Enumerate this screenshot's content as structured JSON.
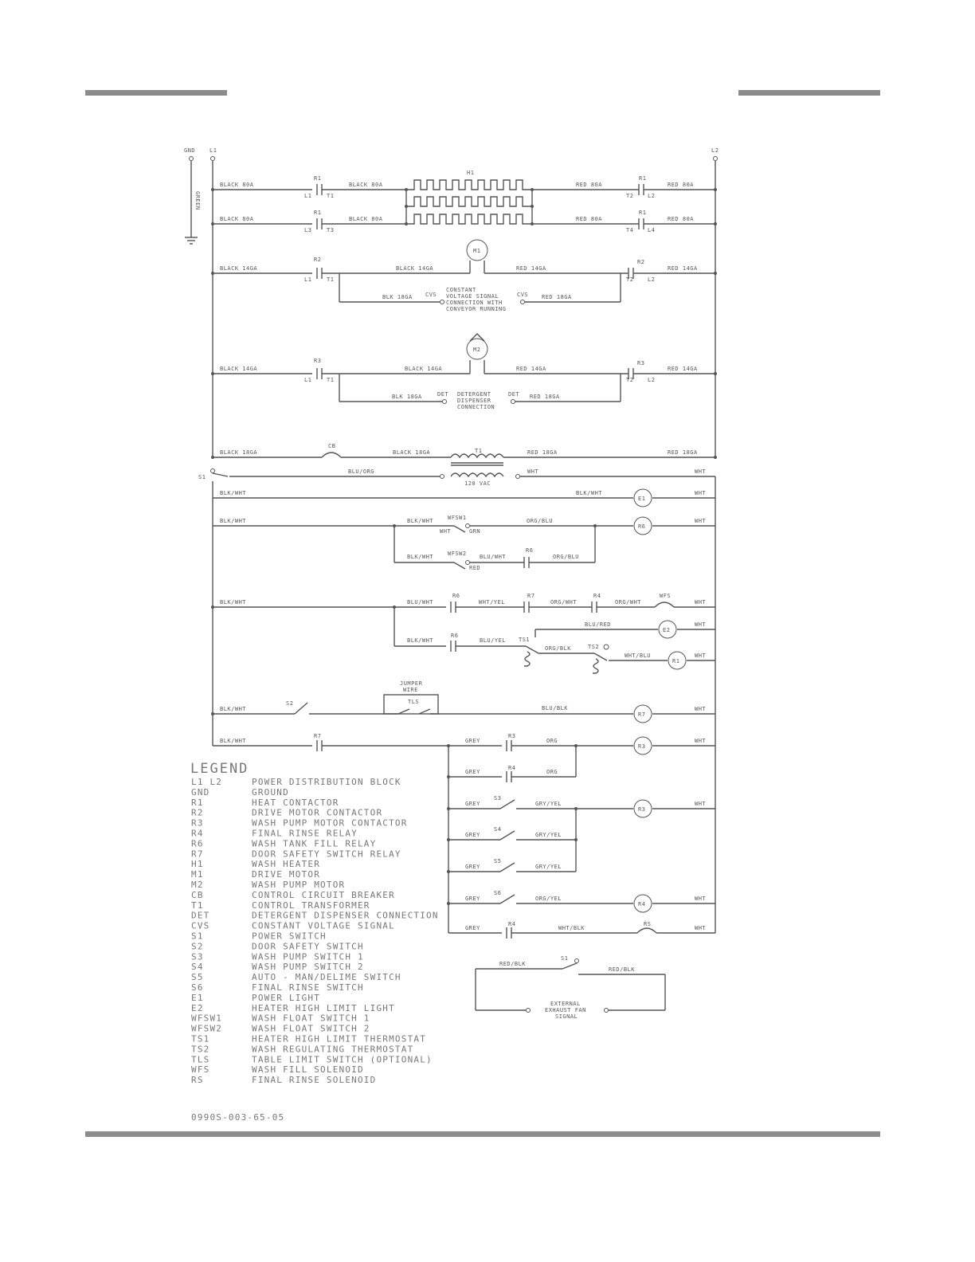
{
  "rails": {
    "left": "L1",
    "right": "L2",
    "ground": "GND",
    "ground_wire": "GREEN"
  },
  "heaters": {
    "label": "H1",
    "rows": [
      {
        "left_wire": "BLACK 80A",
        "contact": "R1",
        "mid_wire": "BLACK 80A",
        "right_wire": "RED 80A",
        "right_contact": "R1",
        "right_out": "RED 80A"
      },
      {
        "left_wire": "BLACK 80A",
        "contact": "R1",
        "mid_wire": "BLACK 80A",
        "right_wire": "RED 80A",
        "right_contact": "R1",
        "right_out": "RED 80A"
      }
    ],
    "terminals": {
      "l1": "L1",
      "t1": "T1",
      "l3": "L3",
      "t3": "T3",
      "l2": "L2",
      "t2": "T2",
      "l4": "L4",
      "t4": "T4"
    }
  },
  "drive_motor": {
    "label": "M1",
    "contact": "R2",
    "left_wire": "BLACK 14GA",
    "mid_wire": "BLACK 14GA",
    "right_wire": "RED 14GA",
    "right_out": "RED 14GA",
    "signal_left": "BLK 18GA",
    "signal_right": "RED 18GA",
    "cvs": "CVS",
    "note": [
      "CONSTANT",
      "VOLTAGE SIGNAL",
      "CONNECTION WITH",
      "CONVEYOR RUNNING"
    ]
  },
  "wash_motor": {
    "label": "M2",
    "contact": "R3",
    "left_wire": "BLACK 14GA",
    "mid_wire": "BLACK 14GA",
    "right_wire": "RED 14GA",
    "right_out": "RED 14GA",
    "signal_left": "BLK 18GA",
    "signal_right": "RED 18GA",
    "det": "DET",
    "note": [
      "DETERGENT",
      "DISPENSER",
      "CONNECTION"
    ]
  },
  "transformer_row": {
    "left_wire": "BLACK 18GA",
    "breaker": "CB",
    "mid_wire": "BLACK 18GA",
    "transformer": "T1",
    "right_wire": "RED 18GA",
    "right_out": "RED 18GA"
  },
  "control": {
    "s1": "S1",
    "s1_wire": "BLU/ORG",
    "vac": "120 VAC",
    "wht": "WHT",
    "blk_wht": "BLK/WHT",
    "wfsw1": "WFSW1",
    "wfsw2": "WFSW2",
    "grn": "GRN",
    "red": "RED",
    "org_blu": "ORG/BLU",
    "blu_wht": "BLU/WHT",
    "r6": "R6",
    "r7": "R7",
    "r4": "R4",
    "r3": "R3",
    "wht_yel": "WHT/YEL",
    "org_wht": "ORG/WHT",
    "org_blk": "ORG/BLK",
    "blu_red": "BLU/RED",
    "blu_yel": "BLU/YEL",
    "wht_blu": "WHT/BLU",
    "wfs": "WFS",
    "e1": "E1",
    "e2": "E2",
    "ts1": "TS1",
    "ts2": "TS2",
    "s2": "S2",
    "jumper": [
      "JUMPER",
      "WIRE"
    ],
    "tls": "TLS",
    "blu_blk": "BLU/BLK",
    "grey": "GREY",
    "org": "ORG",
    "gry_yel": "GRY/YEL",
    "s3": "S3",
    "s4": "S4",
    "s5": "S5",
    "s6": "S6",
    "org_yel": "ORG/YEL",
    "wht_blk": "WHT/BLK",
    "rs": "RS",
    "red_blk": "RED/BLK",
    "exhaust": [
      "EXTERNAL",
      "EXHAUST FAN",
      "SIGNAL"
    ]
  },
  "legend": {
    "title": "LEGEND",
    "items": [
      {
        "code": "L1 L2",
        "desc": "POWER DISTRIBUTION BLOCK"
      },
      {
        "code": "GND",
        "desc": "GROUND"
      },
      {
        "code": "R1",
        "desc": "HEAT CONTACTOR"
      },
      {
        "code": "R2",
        "desc": "DRIVE MOTOR CONTACTOR"
      },
      {
        "code": "R3",
        "desc": "WASH PUMP MOTOR CONTACTOR"
      },
      {
        "code": "R4",
        "desc": "FINAL RINSE RELAY"
      },
      {
        "code": "R6",
        "desc": "WASH TANK FILL RELAY"
      },
      {
        "code": "R7",
        "desc": "DOOR SAFETY SWITCH RELAY"
      },
      {
        "code": "H1",
        "desc": "WASH HEATER"
      },
      {
        "code": "M1",
        "desc": "DRIVE MOTOR"
      },
      {
        "code": "M2",
        "desc": "WASH PUMP MOTOR"
      },
      {
        "code": "CB",
        "desc": "CONTROL CIRCUIT BREAKER"
      },
      {
        "code": "T1",
        "desc": "CONTROL TRANSFORMER"
      },
      {
        "code": "DET",
        "desc": "DETERGENT DISPENSER CONNECTION"
      },
      {
        "code": "CVS",
        "desc": "CONSTANT VOLTAGE SIGNAL"
      },
      {
        "code": "S1",
        "desc": "POWER SWITCH"
      },
      {
        "code": "S2",
        "desc": "DOOR SAFETY SWITCH"
      },
      {
        "code": "S3",
        "desc": "WASH PUMP SWITCH 1"
      },
      {
        "code": "S4",
        "desc": "WASH PUMP SWITCH 2"
      },
      {
        "code": "S5",
        "desc": "AUTO - MAN/DELIME SWITCH"
      },
      {
        "code": "S6",
        "desc": "FINAL RINSE SWITCH"
      },
      {
        "code": "E1",
        "desc": "POWER LIGHT"
      },
      {
        "code": "E2",
        "desc": "HEATER HIGH LIMIT LIGHT"
      },
      {
        "code": "WFSW1",
        "desc": "WASH FLOAT SWITCH 1"
      },
      {
        "code": "WFSW2",
        "desc": "WASH FLOAT SWITCH 2"
      },
      {
        "code": "TS1",
        "desc": "HEATER HIGH LIMIT THERMOSTAT"
      },
      {
        "code": "TS2",
        "desc": "WASH REGULATING THERMOSTAT"
      },
      {
        "code": "TLS",
        "desc": "TABLE LIMIT SWITCH (OPTIONAL)"
      },
      {
        "code": "WFS",
        "desc": "WASH FILL SOLENOID"
      },
      {
        "code": "RS",
        "desc": "FINAL RINSE SOLENOID"
      }
    ]
  },
  "drawing_number": "0990S-003-65-05"
}
